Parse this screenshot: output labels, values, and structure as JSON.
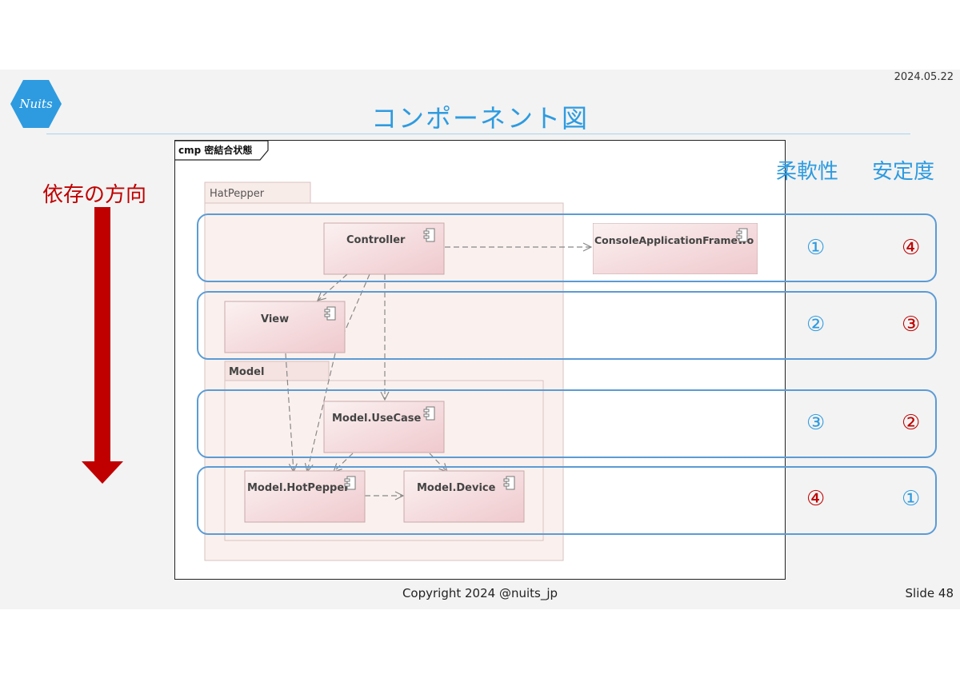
{
  "header": {
    "date": "2024.05.22",
    "logo_text": "Nuits",
    "title": "コンポーネント図"
  },
  "left": {
    "direction_label": "依存の方向"
  },
  "columns": {
    "flexibility": "柔軟性",
    "stability": "安定度"
  },
  "diagram": {
    "frame_title": "cmp 密結合状態",
    "packages": {
      "hatpepper": "HatPepper",
      "model": "Model"
    },
    "components": {
      "controller": "Controller",
      "console": "ConsoleApplicationFramewo",
      "view": "View",
      "usecase": "Model.UseCase",
      "hotpepper": "Model.HotPepper",
      "device": "Model.Device"
    }
  },
  "rows": [
    {
      "flex": "①",
      "stab": "④"
    },
    {
      "flex": "②",
      "stab": "③"
    },
    {
      "flex": "③",
      "stab": "②"
    },
    {
      "flex": "④",
      "stab": "①"
    }
  ],
  "colors": {
    "accent_blue": "#2e9be0",
    "accent_red": "#c00000",
    "band_border": "#5b9bd5"
  },
  "footer": {
    "copyright": "Copyright 2024 @nuits_jp",
    "slide": "Slide 48"
  }
}
